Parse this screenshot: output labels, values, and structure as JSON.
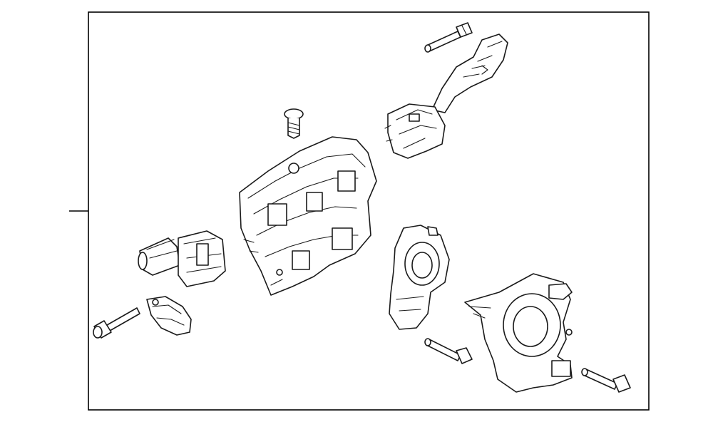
{
  "diagram": {
    "frame_stroke": "#000000",
    "line_color": "#1a1a1a",
    "background": "#ffffff",
    "parts": [
      "mounting-bolt-top",
      "turn-signal-wiper-stalk",
      "screw",
      "switch-housing-bracket",
      "ignition-switch-assembly",
      "sensor-bracket",
      "bolt-left",
      "steering-angle-sensor",
      "bolt-middle",
      "clock-spring",
      "bolt-right"
    ]
  }
}
